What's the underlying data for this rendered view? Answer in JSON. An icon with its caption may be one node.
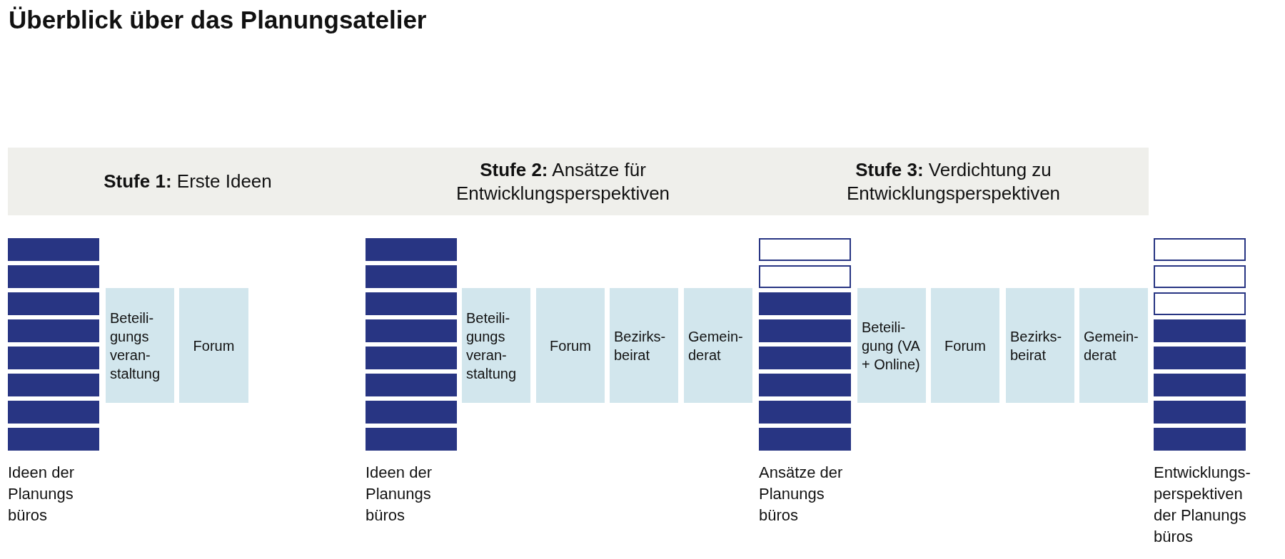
{
  "diagram": {
    "title": "Überblick über das Planungsatelier",
    "nodes": [
      {
        "text": [
          "**Stufe 1:** Erste Ideen"
        ]
      },
      {
        "text": [
          "**Stufe 2:** Ansätze für Entwicklungsperspektiven"
        ]
      },
      {
        "text": [
          "**Stufe 3:** Verdichtung zu Entwicklungsperspektiven"
        ]
      },
      {
        "text": [
          "Ideen der Planungs büros"
        ]
      },
      {
        "text": [
          "Beteili- gungs veran- staltung"
        ]
      },
      {
        "text": [
          "Forum"
        ]
      },
      {
        "text": [
          "Ideen der Planungs büros"
        ]
      },
      {
        "text": [
          "Beteili- gungs veran- staltung"
        ]
      },
      {
        "text": [
          "Forum"
        ]
      },
      {
        "text": [
          "Bezirks- beirat"
        ]
      },
      {
        "text": [
          "Gemein- derat"
        ]
      },
      {
        "text": [
          "Ansätze der Planungs büros"
        ]
      },
      {
        "text": [
          "Beteili- gung (VA + Online)"
        ]
      },
      {
        "text": [
          "Forum"
        ]
      },
      {
        "text": [
          "Bezirks- beirat"
        ]
      },
      {
        "text": [
          "Gemein- derat"
        ]
      },
      {
        "text": [
          "Entwicklungs- perspektiven der Planungs büros"
        ]
      }
    ]
  }
}
